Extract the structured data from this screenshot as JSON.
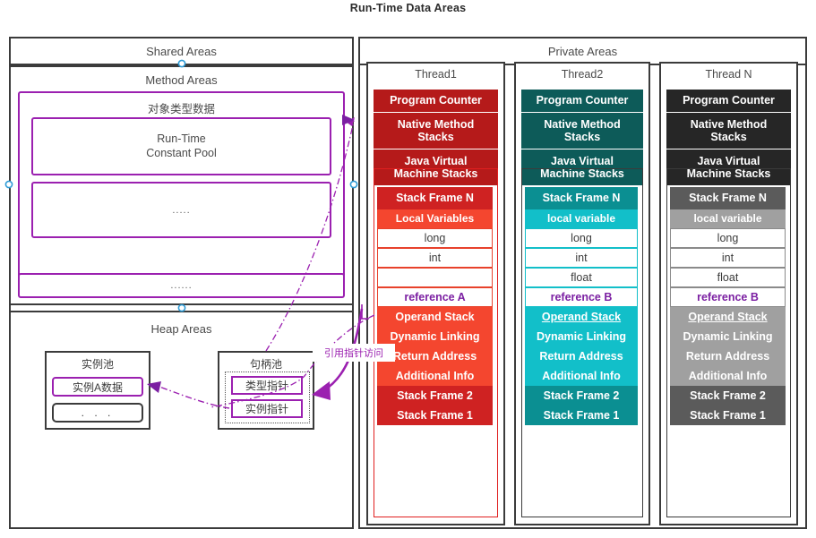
{
  "title": "Run-Time Data Areas",
  "shared": {
    "header": "Shared Areas",
    "method_areas": {
      "header": "Method Areas",
      "object_type_data_label": "对象类型数据",
      "runtime_constant_pool": "Run-Time\nConstant Pool",
      "inner_dots": ".....",
      "outer_dots": "......"
    },
    "heap_areas": {
      "header": "Heap Areas",
      "instance_pool": {
        "label": "实例池",
        "items": [
          "实例A数据",
          ". . ."
        ]
      },
      "handle_pool": {
        "label": "句柄池",
        "items": [
          "类型指针",
          "实例指针"
        ]
      }
    }
  },
  "private": {
    "header": "Private Areas",
    "threads": [
      {
        "name": "Thread1",
        "accent": "#cf2222",
        "top_blocks": [
          "Program Counter",
          "Native Method\nStacks",
          "Java Virtual\nMachine Stacks"
        ],
        "stack_frame_header": "Stack Frame N",
        "local_variables_label": "Local Variables",
        "local_variables": [
          "long",
          "int",
          "",
          "reference A"
        ],
        "frame_parts": [
          "Operand Stack",
          "Dynamic Linking",
          "Return Address",
          "Additional Info"
        ],
        "lower_frames": [
          "Stack Frame 2",
          "Stack Frame 1"
        ]
      },
      {
        "name": "Thread2",
        "accent": "#0b8f92",
        "top_blocks": [
          "Program Counter",
          "Native Method\nStacks",
          "Java Virtual\nMachine Stacks"
        ],
        "stack_frame_header": "Stack Frame N",
        "local_variables_label": "local variable",
        "local_variables": [
          "long",
          "int",
          "float",
          "reference B"
        ],
        "frame_parts": [
          "Operand Stack",
          "Dynamic Linking",
          "Return Address",
          "Additional Info"
        ],
        "lower_frames": [
          "Stack Frame 2",
          "Stack Frame 1"
        ]
      },
      {
        "name": "Thread N",
        "accent": "#5b5b5b",
        "top_blocks": [
          "Program Counter",
          "Native Method\nStacks",
          "Java Virtual\nMachine Stacks"
        ],
        "stack_frame_header": "Stack Frame N",
        "local_variables_label": "local variable",
        "local_variables": [
          "long",
          "int",
          "float",
          "reference B"
        ],
        "frame_parts": [
          "Operand Stack",
          "Dynamic Linking",
          "Return Address",
          "Additional Info"
        ],
        "lower_frames": [
          "Stack Frame 2",
          "Stack Frame 1"
        ]
      }
    ]
  },
  "annotations": {
    "reference_pointer_access": "引用指针访问"
  },
  "colors": {
    "purple": "#9b20b0",
    "reference_purple": "#7b1fa2",
    "frame_outline": "#3b3b3b",
    "handle_blue": "#2e9bd6"
  }
}
